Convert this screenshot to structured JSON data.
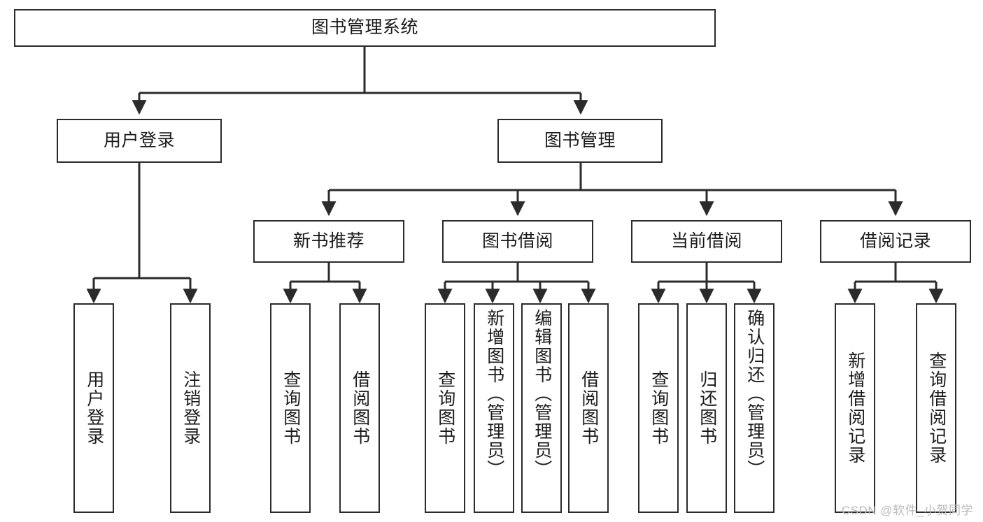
{
  "diagram": {
    "title": "图书管理系统",
    "watermark": "CSDN @软件_小贺同学",
    "colors": {
      "stroke": "#2b2b2b",
      "fill": "#ffffff",
      "text": "#1b1b1b",
      "watermark": "#b9b9b9"
    },
    "root": {
      "label": "图书管理系统"
    },
    "level2": [
      {
        "label": "用户登录"
      },
      {
        "label": "图书管理"
      }
    ],
    "level3": [
      {
        "label": "新书推荐"
      },
      {
        "label": "图书借阅"
      },
      {
        "label": "当前借阅"
      },
      {
        "label": "借阅记录"
      }
    ],
    "leaves": {
      "user_login": [
        {
          "label": "用户登录"
        },
        {
          "label": "注销登录"
        }
      ],
      "new_book_recommend": [
        {
          "label": "查询图书"
        },
        {
          "label": "借阅图书"
        }
      ],
      "book_borrow": [
        {
          "label": "查询图书"
        },
        {
          "label": "新增图书（管理员）"
        },
        {
          "label": "编辑图书（管理员）"
        },
        {
          "label": "借阅图书"
        }
      ],
      "current_borrow": [
        {
          "label": "查询图书"
        },
        {
          "label": "归还图书"
        },
        {
          "label": "确认归还（管理员）"
        }
      ],
      "borrow_record": [
        {
          "label": "新增借阅记录"
        },
        {
          "label": "查询借阅记录"
        }
      ]
    }
  }
}
